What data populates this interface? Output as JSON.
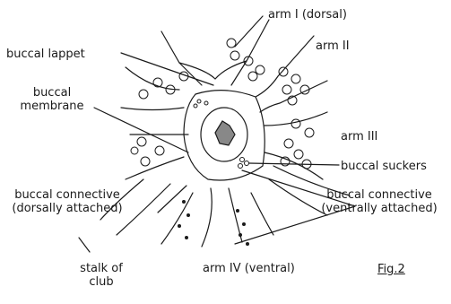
{
  "labels": {
    "arm_I": "arm I (dorsal)",
    "arm_II": "arm II",
    "buccal_lappet": "buccal lappet",
    "buccal_membrane_line1": "buccal",
    "buccal_membrane_line2": "membrane",
    "arm_III": "arm III",
    "buccal_suckers": "buccal suckers",
    "buccal_connective_dorsal_line1": "buccal connective",
    "buccal_connective_dorsal_line2": "(dorsally attached)",
    "buccal_connective_ventral_line1": "buccal connective",
    "buccal_connective_ventral_line2": "(ventrally attached)",
    "stalk_line1": "stalk of",
    "stalk_line2": "club",
    "arm_IV": "arm IV (ventral)",
    "figure_label": "Fig.2"
  }
}
